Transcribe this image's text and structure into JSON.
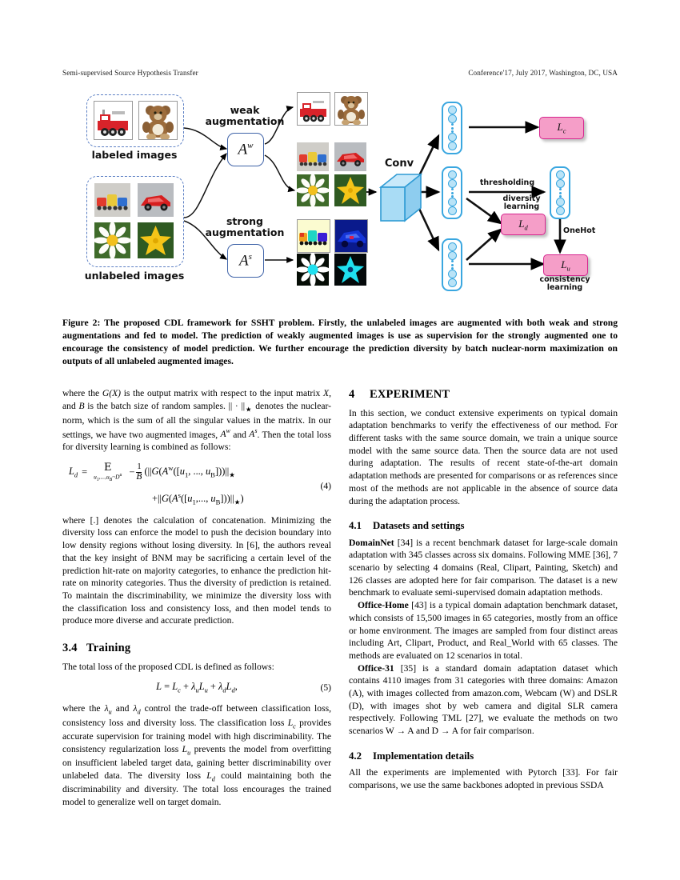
{
  "header": {
    "left": "Semi-supervised Source Hypothesis Transfer",
    "right": "Conference'17, July 2017, Washington, DC, USA"
  },
  "figure": {
    "labels": {
      "labeled_images": "labeled images",
      "unlabeled_images": "unlabeled images",
      "weak_augmentation": "weak\naugmentation",
      "strong_augmentation": "strong\naugmentation",
      "weak_operator": "A",
      "weak_operator_sup": "w",
      "strong_operator": "A",
      "strong_operator_sup": "s",
      "conv": "Conv",
      "thresholding": "thresholding",
      "diversity_learning": "diversity\nlearning",
      "onehot": "OneHot",
      "consistency_learning": "consistency\nlearning",
      "loss_c": "L",
      "loss_c_sub": "c",
      "loss_d": "L",
      "loss_d_sub": "d",
      "loss_u": "L",
      "loss_u_sub": "u"
    },
    "colors": {
      "loss_fill": "#f59ec8",
      "loss_border": "#d6268f",
      "node_border": "#3aa7e0",
      "node_fill": "#b9e3f7",
      "conv_fill": "#a9dcf5",
      "dash_border": "#5b7fc4"
    },
    "caption": "Figure 2: The proposed CDL framework for SSHT problem. Firstly, the unlabeled images are augmented with both weak and strong augmentations and fed to model. The prediction of weakly augmented images is use as supervision for the strongly augmented one to encourage the consistency of model prediction. We further encourage the prediction diversity by batch nuclear-norm maximization on outputs of all unlabeled augmented images."
  },
  "left_column": {
    "para_1_a": "where the ",
    "para_1_b": "G(X)",
    "para_1_c": " is the output matrix with respect to the input matrix ",
    "para_1_d": "X",
    "para_1_e": ", and ",
    "para_1_f": "B",
    "para_1_g": " is the batch size of random samples. || · ||",
    "para_1_h": " denotes the nuclear-norm, which is the sum of all the singular values in the matrix. In our settings, we have two augmented images, ",
    "para_1_i": " and ",
    "para_1_j": ". Then the total loss for diversity learning is combined as follows:",
    "equation_4": {
      "lhs": "L",
      "lhs_sub": "d",
      "eq": "=",
      "expect_symbol": "E",
      "expect_sub": "u₁,...,u_B~D^u",
      "frac_num": "1",
      "frac_den": "B",
      "row1": "(||G(A^w([u₁, ..., u_B]))||⋆",
      "row2": "+||G(A^s([u₁,..., u_B]))||⋆)",
      "number": "(4)"
    },
    "para_2": "where [.] denotes the calculation of concatenation. Minimizing the diversity loss can enforce the model to push the decision boundary into low density regions without losing diversity. In [6], the authors reveal that the key insight of BNM may be sacrificing a certain level of the prediction hit-rate on majority categories, to enhance the prediction hit-rate on minority categories. Thus the diversity of prediction is retained. To maintain the discriminability, we minimize the diversity loss with the classification loss and consistency loss, and then model tends to produce more diverse and accurate prediction.",
    "section_3_4_num": "3.4",
    "section_3_4_title": "Training",
    "para_3": "The total loss of the proposed CDL is defined as follows:",
    "equation_5": {
      "body": "L = L_c + λ_u L_u + λ_d L_d,",
      "number": "(5)"
    },
    "para_4_a": "where the ",
    "para_4_b": " and ",
    "para_4_c": " control the trade-off between classification loss, consistency loss and diversity loss. The classification loss ",
    "para_4_d": " provides accurate supervision for training model with high discriminability. The consistency regularization loss ",
    "para_4_e": " prevents the model from overfitting on insufficient labeled target data, gaining better discriminability over unlabeled data. The diversity loss ",
    "para_4_f": " could maintaining both the discriminability and diversity. The total loss encourages the trained model to generalize well on target domain."
  },
  "right_column": {
    "section_4_num": "4",
    "section_4_title": "EXPERIMENT",
    "para_1": "In this section, we conduct extensive experiments on typical domain adaptation benchmarks to verify the effectiveness of our method. For different tasks with the same source domain, we train a unique source model with the same source data. Then the source data are not used during adaptation. The results of recent state-of-the-art domain adaptation methods are presented for comparisons or as references since most of the methods are not applicable in the absence of source data during the adaptation process.",
    "section_4_1_num": "4.1",
    "section_4_1_title": "Datasets and settings",
    "domainnet_name": "DomainNet",
    "domainnet_text": " [34] is a recent benchmark dataset for large-scale domain adaptation with 345 classes across six domains. Following MME [36], 7 scenario by selecting 4 domains (Real, Clipart, Painting, Sketch) and 126 classes are adopted here for fair comparison. The dataset is a new benchmark to evaluate semi-supervised domain adaptation methods.",
    "officehome_name": "Office-Home",
    "officehome_text": " [43] is a typical domain adaptation benchmark dataset, which consists of 15,500 images in 65 categories, mostly from an office or home environment. The images are sampled from four distinct areas including Art, Clipart, Product, and Real_World with 65 classes. The methods are evaluated on 12 scenarios in total.",
    "office31_name": "Office-31",
    "office31_text": " [35] is a standard domain adaptation dataset which contains 4110 images from 31 categories with three domains: Amazon (A), with images collected from amazon.com, Webcam (W) and DSLR (D), with images shot by web camera and digital SLR camera respectively. Following TML [27], we evaluate the methods on two scenarios W → A and D → A for fair comparison.",
    "section_4_2_num": "4.2",
    "section_4_2_title": "Implementation details",
    "para_impl": "All the experiments are implemented with Pytorch [33]. For fair comparisons, we use the same backbones adopted in previous SSDA"
  }
}
